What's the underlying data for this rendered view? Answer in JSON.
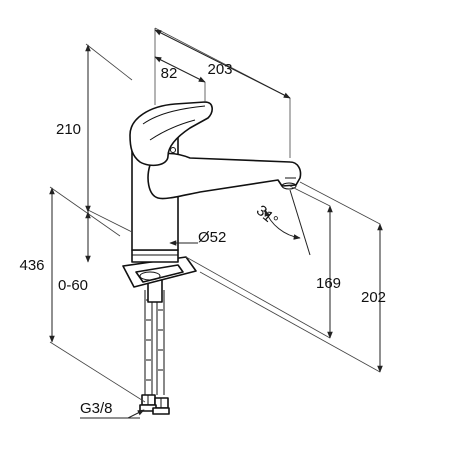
{
  "drawing": {
    "dimensions": {
      "width_82": "82",
      "width_203": "203",
      "height_210": "210",
      "height_436": "436",
      "range_0_60": "0-60",
      "diameter_52": "Ø52",
      "angle_31": "31°",
      "height_169": "169",
      "height_202": "202",
      "thread_g38": "G3/8"
    }
  }
}
